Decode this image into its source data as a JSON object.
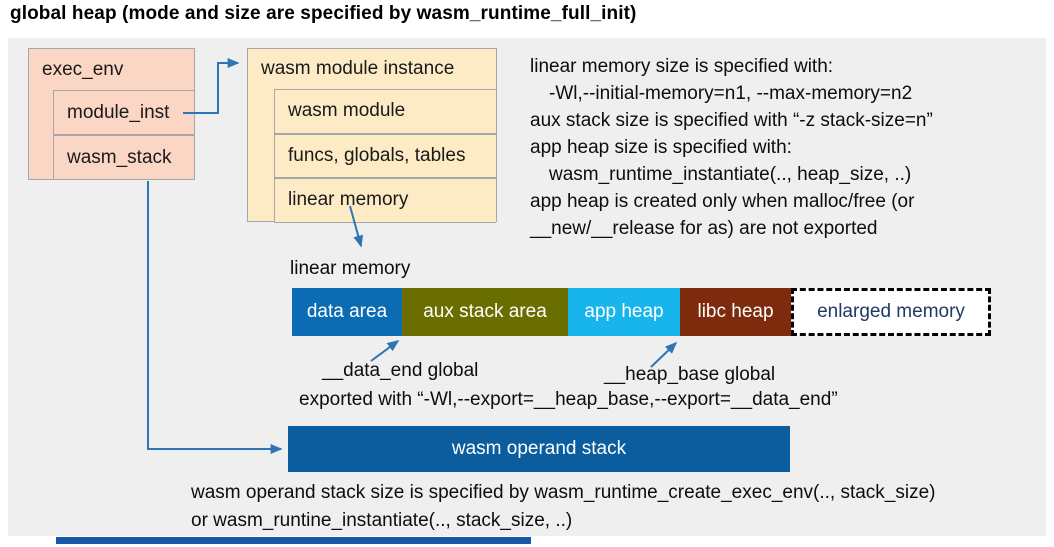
{
  "title": "global heap (mode and size are specified by wasm_runtime_full_init)",
  "exec_env": {
    "header": "exec_env",
    "rows": [
      "module_inst",
      "wasm_stack"
    ]
  },
  "module_instance": {
    "header": "wasm module instance",
    "rows": [
      "wasm module",
      "funcs, globals, tables",
      "linear memory"
    ]
  },
  "notes": {
    "lines": [
      "linear memory size is specified with:",
      "-Wl,--initial-memory=n1, --max-memory=n2",
      "aux stack size is specified with “-z stack-size=n”",
      "app heap size is specified with:",
      "wasm_runtime_instantiate(.., heap_size, ..)",
      "app heap is created only when malloc/free (or",
      "__new/__release for as) are not exported"
    ]
  },
  "memory_bar": {
    "label": "linear memory",
    "segments": [
      {
        "label": "data area",
        "color": "#0b6cb4",
        "text_color": "#ffffff"
      },
      {
        "label": "aux stack area",
        "color": "#6a6e00",
        "text_color": "#ffffff"
      },
      {
        "label": "app heap",
        "color": "#18b4ec",
        "text_color": "#ffffff"
      },
      {
        "label": "libc heap",
        "color": "#7e2a0c",
        "text_color": "#ffffff"
      },
      {
        "label": "enlarged memory",
        "color": "#ffffff",
        "text_color": "#1d3a68"
      }
    ]
  },
  "annotations": {
    "data_end": "__data_end global",
    "heap_base": "__heap_base global",
    "exported": "exported with “-Wl,--export=__heap_base,--export=__data_end”"
  },
  "operand_stack": {
    "label": "wasm operand stack",
    "fill": "#0b5d9d",
    "caption_lines": [
      "wasm operand stack size is specified by wasm_runtime_create_exec_env(.., stack_size)",
      "or wasm_runtine_instantiate(.., stack_size, ..)"
    ]
  },
  "colors": {
    "panel_bg": "#efefef",
    "exec_box_fill": "#fbd6c5",
    "instance_box_fill": "#fcebc4",
    "box_border": "#a6a6a6",
    "arrow_blue": "#2e75b6",
    "bottom_strip": "#1857a8"
  }
}
